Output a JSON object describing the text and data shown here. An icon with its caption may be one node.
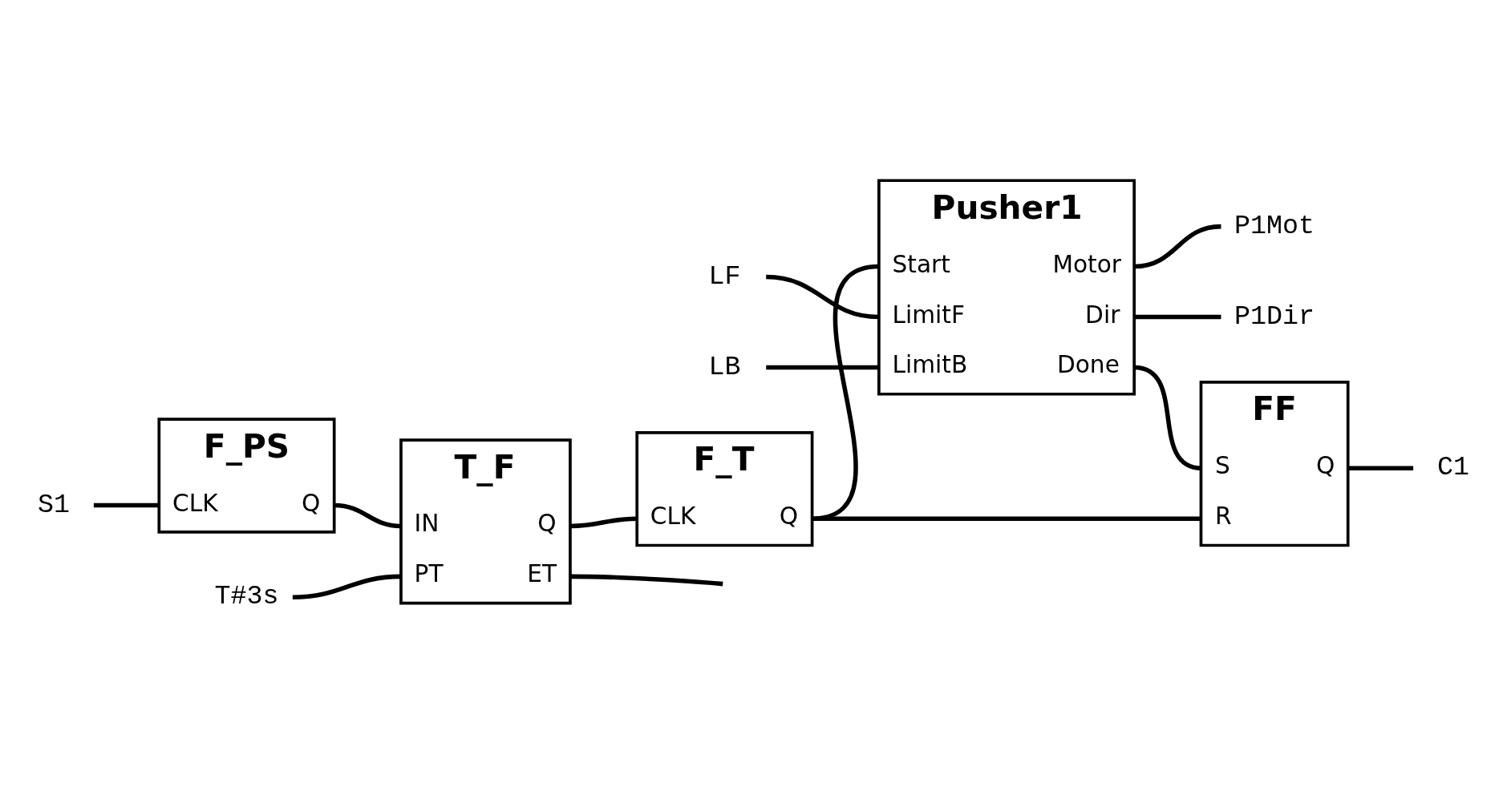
{
  "diagram": {
    "nodes": [
      {
        "text": [
          "F_PS",
          "CLK",
          "Q"
        ]
      },
      {
        "text": [
          "T_F",
          "IN",
          "Q",
          "PT",
          "ET"
        ]
      },
      {
        "text": [
          "F_T",
          "CLK",
          "Q"
        ]
      },
      {
        "text": [
          "Pusher1",
          "Start",
          "Motor",
          "LimitF",
          "Dir",
          "LimitB",
          "Done"
        ]
      },
      {
        "text": [
          "FF",
          "S",
          "Q",
          "R"
        ]
      },
      {
        "text": [
          "S1"
        ]
      },
      {
        "text": [
          "T#3s"
        ]
      },
      {
        "text": [
          "LF"
        ]
      },
      {
        "text": [
          "LB"
        ]
      },
      {
        "text": [
          "P1Mot"
        ]
      },
      {
        "text": [
          "P1Dir"
        ]
      },
      {
        "text": [
          "C1"
        ]
      }
    ],
    "edges": [
      {
        "from": 5,
        "to": 0,
        "arrow": "none"
      },
      {
        "from": 0,
        "to": 1,
        "arrow": "none"
      },
      {
        "from": 6,
        "to": 1,
        "arrow": "none"
      },
      {
        "from": 1,
        "to": null,
        "arrow": "none"
      },
      {
        "from": 1,
        "to": 2,
        "arrow": "none"
      },
      {
        "from": 2,
        "to": 3,
        "arrow": "none"
      },
      {
        "from": 2,
        "to": 4,
        "arrow": "none"
      },
      {
        "from": 7,
        "to": 3,
        "arrow": "none"
      },
      {
        "from": 8,
        "to": 3,
        "arrow": "none"
      },
      {
        "from": 3,
        "to": 9,
        "arrow": "none"
      },
      {
        "from": 3,
        "to": 10,
        "arrow": "none"
      },
      {
        "from": 3,
        "to": 4,
        "arrow": "none"
      },
      {
        "from": 4,
        "to": 11,
        "arrow": "none"
      }
    ]
  }
}
